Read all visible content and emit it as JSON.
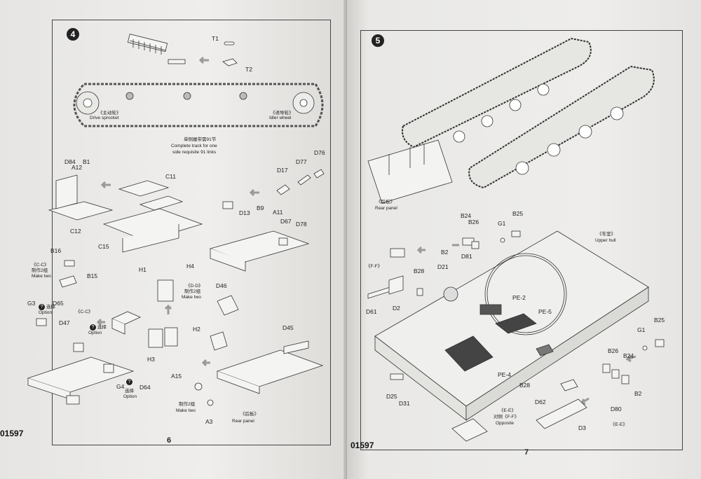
{
  "left": {
    "step": "4",
    "page_number": "6",
    "catalog": "01597",
    "parts": {
      "t1": "T1",
      "t2": "T2",
      "d84": "D84",
      "b1": "B1",
      "a12": "A12",
      "c12": "C12",
      "c11": "C11",
      "c15": "C15",
      "d17": "D17",
      "d77": "D77",
      "d76": "D76",
      "d13": "D13",
      "b9": "B9",
      "a11": "A11",
      "d67": "D67",
      "d78": "D78",
      "b16": "B16",
      "b15": "B15",
      "h1": "H1",
      "h4": "H4",
      "h2": "H2",
      "h3": "H3",
      "d46": "D46",
      "d45": "D45",
      "g3": "G3",
      "d65": "D65",
      "d47": "D47",
      "g4": "G4",
      "d64": "D64",
      "a15": "A15",
      "a3": "A3"
    },
    "text": {
      "drive_sprocket_cn": "《主动轮》",
      "drive_sprocket": "Drive sprocket",
      "idler_wheel_cn": "《诱导轮》",
      "idler_wheel": "Idler wheel",
      "track_note_cn": "单侧履带需91节",
      "track_note_1": "Complete track for one",
      "track_note_2": "side requisite 91 links",
      "cc_1": "《C-C》",
      "cc_1_cn": "制作2组",
      "cc_1_en": "Make two",
      "dd": "《D-D》",
      "dd_cn": "制作2组",
      "dd_en": "Make two",
      "option_cn_1": "选择",
      "option_1": "Option",
      "cc_2": "《C-C》",
      "option_cn_2": "选择",
      "option_2": "Option",
      "option_cn_3": "选择",
      "option_3": "Option",
      "make_two_cn": "制作2组",
      "make_two": "Make two",
      "rear_panel_cn": "《后板》",
      "rear_panel": "Rear panel"
    }
  },
  "right": {
    "step": "5",
    "page_number": "7",
    "catalog": "01597",
    "parts": {
      "b25a": "B25",
      "b24a": "B24",
      "b26a": "B26",
      "g1a": "G1",
      "b2a": "B2",
      "d81": "D81",
      "b28a": "B28",
      "d21": "D21",
      "d61": "D61",
      "d2": "D2",
      "pe2": "PE-2",
      "pe5": "PE-5",
      "pe4": "PE-4",
      "b28b": "B28",
      "d25": "D25",
      "d31": "D31",
      "g1b": "G1",
      "b25b": "B25",
      "b26b": "B26",
      "b24b": "B24",
      "b2b": "B2",
      "d80": "D80",
      "d62": "D62",
      "d3": "D3"
    },
    "text": {
      "rear_panel_cn": "《后板》",
      "rear_panel": "Rear panel",
      "upper_hull_cn": "《车室》",
      "upper_hull": "Upper hull",
      "ff": "《F-F》",
      "ee_opposite_1": "《E-E》",
      "ee_opposite_2": "对侧《F-F》",
      "ee_opposite_3": "Opposite",
      "ee_bottom": "《E-E》"
    }
  },
  "colors": {
    "paper": "#ecebe9",
    "ink": "#222222",
    "arrow": "#9a9a9a",
    "background": "#8b8a87"
  }
}
